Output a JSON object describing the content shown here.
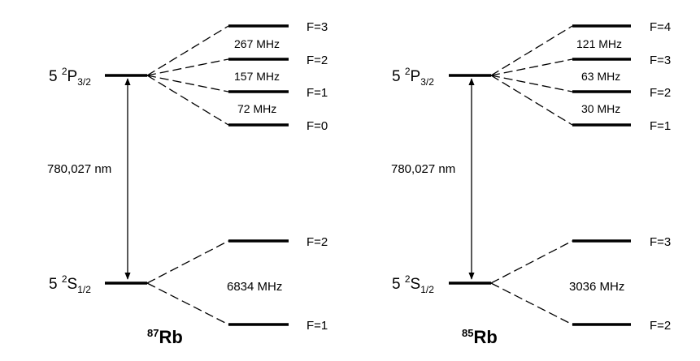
{
  "diagrams": [
    {
      "isotope_mass": "87",
      "isotope_symbol": "Rb",
      "upper_state": {
        "prefix": "5 ",
        "sup": "2",
        "main": "P",
        "sub": "3/2"
      },
      "lower_state": {
        "prefix": "5 ",
        "sup": "2",
        "main": "S",
        "sub": "1/2"
      },
      "transition_wavelength": "780,027 nm",
      "upper_levels": [
        "F=3",
        "F=2",
        "F=1",
        "F=0"
      ],
      "upper_splittings": [
        "267 MHz",
        "157 MHz",
        "72 MHz"
      ],
      "lower_levels": [
        "F=2",
        "F=1"
      ],
      "lower_splitting": "6834 MHz"
    },
    {
      "isotope_mass": "85",
      "isotope_symbol": "Rb",
      "upper_state": {
        "prefix": "5 ",
        "sup": "2",
        "main": "P",
        "sub": "3/2"
      },
      "lower_state": {
        "prefix": "5 ",
        "sup": "2",
        "main": "S",
        "sub": "1/2"
      },
      "transition_wavelength": "780,027 nm",
      "upper_levels": [
        "F=4",
        "F=3",
        "F=2",
        "F=1"
      ],
      "upper_splittings": [
        "121 MHz",
        "63 MHz",
        "30 MHz"
      ],
      "lower_levels": [
        "F=3",
        "F=2"
      ],
      "lower_splitting": "3036 MHz"
    }
  ]
}
